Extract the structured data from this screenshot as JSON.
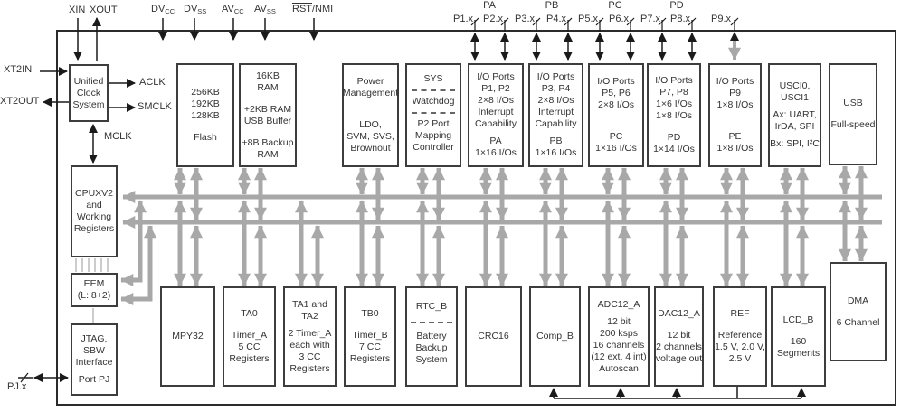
{
  "pins": {
    "xin": "XIN",
    "xout": "XOUT",
    "dvcc": {
      "base": "DV",
      "sub": "CC"
    },
    "dvss": {
      "base": "DV",
      "sub": "SS"
    },
    "avcc": {
      "base": "AV",
      "sub": "CC"
    },
    "avss": {
      "base": "AV",
      "sub": "SS"
    },
    "rst": {
      "over": "RST",
      "rest": "/NMI"
    },
    "pj": "PJ.x"
  },
  "ports": {
    "groups": [
      "PA",
      "PB",
      "PC",
      "PD"
    ],
    "pins": [
      "P1.x",
      "P2.x",
      "P3.x",
      "P4.x",
      "P5.x",
      "P6.x",
      "P7.x",
      "P8.x",
      "P9.x"
    ]
  },
  "clock": {
    "xt2in": "XT2IN",
    "xt2out": "XT2OUT",
    "aclk": "ACLK",
    "smclk": "SMCLK",
    "mclk": "MCLK"
  },
  "blocks": {
    "ucs": [
      "Unified",
      "Clock",
      "System"
    ],
    "flash": [
      "256KB",
      "192KB",
      "128KB",
      "Flash"
    ],
    "ram": [
      "16KB",
      "RAM",
      "+2KB RAM",
      "USB Buffer",
      "+8B Backup",
      "RAM"
    ],
    "pm": [
      "Power",
      "Management",
      "LDO,",
      "SVM, SVS,",
      "Brownout"
    ],
    "sys": [
      "SYS",
      "Watchdog",
      "P2 Port",
      "Mapping",
      "Controller"
    ],
    "p12": [
      "I/O Ports",
      "P1, P2",
      "2×8 I/Os",
      "Interrupt",
      "Capability",
      "PA",
      "1×16 I/Os"
    ],
    "p34": [
      "I/O Ports",
      "P3, P4",
      "2×8 I/Os",
      "Interrupt",
      "Capability",
      "PB",
      "1×16 I/Os"
    ],
    "p56": [
      "I/O Ports",
      "P5, P6",
      "2×8 I/Os",
      "PC",
      "1×16 I/Os"
    ],
    "p78": [
      "I/O Ports",
      "P7, P8",
      "1×6 I/Os",
      "1×8 I/Os",
      "PD",
      "1×14 I/Os"
    ],
    "p9": [
      "I/O Ports",
      "P9",
      "1×8 I/Os",
      "PE",
      "1×8 I/Os"
    ],
    "usci": [
      "USCI0,",
      "USCI1",
      "Ax: UART,",
      "IrDA, SPI",
      "Bx: SPI, I²C"
    ],
    "usb": [
      "USB",
      "Full-speed"
    ],
    "cpu": [
      "CPUXV2",
      "and",
      "Working",
      "Registers"
    ],
    "eem": [
      "EEM",
      "(L: 8+2)"
    ],
    "jtag": [
      "JTAG,",
      "SBW",
      "Interface",
      "Port PJ"
    ],
    "mpy": [
      "MPY32"
    ],
    "ta0": [
      "TA0",
      "Timer_A",
      "5 CC",
      "Registers"
    ],
    "ta12": [
      "TA1 and",
      "TA2",
      "2 Timer_A",
      "each with",
      "3 CC",
      "Registers"
    ],
    "tb0": [
      "TB0",
      "Timer_B",
      "7 CC",
      "Registers"
    ],
    "rtc": [
      "RTC_B",
      "Battery",
      "Backup",
      "System"
    ],
    "crc": [
      "CRC16"
    ],
    "comp": [
      "Comp_B"
    ],
    "adc": [
      "ADC12_A",
      "12 bit",
      "200 ksps",
      "16 channels",
      "(12 ext, 4 int)",
      "Autoscan"
    ],
    "dac": [
      "DAC12_A",
      "12 bit",
      "2 channels",
      "voltage out"
    ],
    "ref": [
      "REF",
      "Reference",
      "1.5 V, 2.0 V,",
      "2.5 V"
    ],
    "lcd": [
      "LCD_B",
      "160",
      "Segments"
    ],
    "dma": [
      "DMA",
      "6 Channel"
    ]
  },
  "colors": {
    "bus": "#a8a8a8",
    "line": "#1a1a1a",
    "block_border": "#3d3d3d",
    "text": "#333333"
  }
}
